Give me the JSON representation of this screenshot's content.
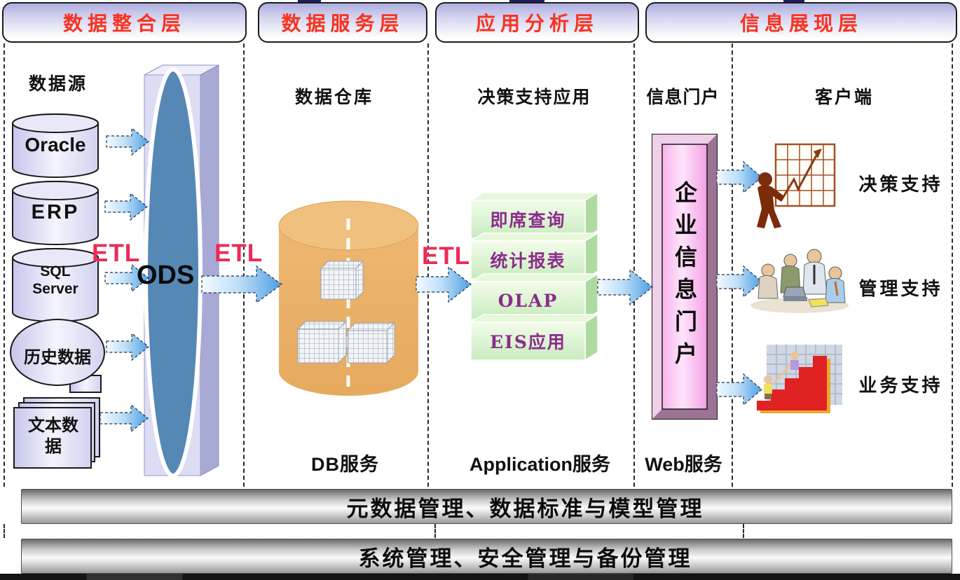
{
  "layers": {
    "items": [
      {
        "label": "数据整合层"
      },
      {
        "label": "数据服务层"
      },
      {
        "label": "应用分析层"
      },
      {
        "label": "信息展现层"
      }
    ]
  },
  "columns": {
    "data_source": "数据源",
    "warehouse": "数据仓库",
    "dss_app": "决策支持应用",
    "portal": "信息门户",
    "client": "客户端"
  },
  "sources": [
    {
      "label": "Oracle"
    },
    {
      "label": "ERP"
    },
    {
      "label": "SQL Server"
    },
    {
      "label": "历史数据"
    },
    {
      "label": "文本数据"
    }
  ],
  "etl": {
    "label": "ETL"
  },
  "ods": {
    "label": "ODS"
  },
  "app_stack": [
    {
      "label": "即席查询"
    },
    {
      "label": "统计报表"
    },
    {
      "label": "OLAP"
    },
    {
      "label": "EIS应用"
    }
  ],
  "portal_box": {
    "label": "企业信息门户"
  },
  "services": {
    "db": "DB服务",
    "app": "Application服务",
    "web": "Web服务"
  },
  "clients": [
    {
      "label": "决策支持"
    },
    {
      "label": "管理支持"
    },
    {
      "label": "业务支持"
    }
  ],
  "management_bars": [
    {
      "label": "元数据管理、数据标准与模型管理"
    },
    {
      "label": "系统管理、安全管理与备份管理"
    }
  ],
  "colors": {
    "header_text_red": "#f93220",
    "etl_crimson": "#ec2a57",
    "stack_text_purple": "#8b2c8b",
    "arrow_blue": "#5aa7e8",
    "warehouse_orange": "#ecb46c",
    "ods_ellipse_blue": "#5688b6",
    "portal_pink": "#ffd2f6",
    "source_lavender": "#dcdcf5"
  }
}
